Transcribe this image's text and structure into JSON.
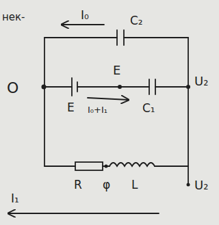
{
  "diagram": {
    "labels": [
      "нек-",
      "I₀",
      "C₂",
      "O",
      "E",
      "U₂",
      "E",
      "I₀+I₁",
      "C₁",
      "I₁",
      "R",
      "φ",
      "L",
      "U₂"
    ]
  }
}
